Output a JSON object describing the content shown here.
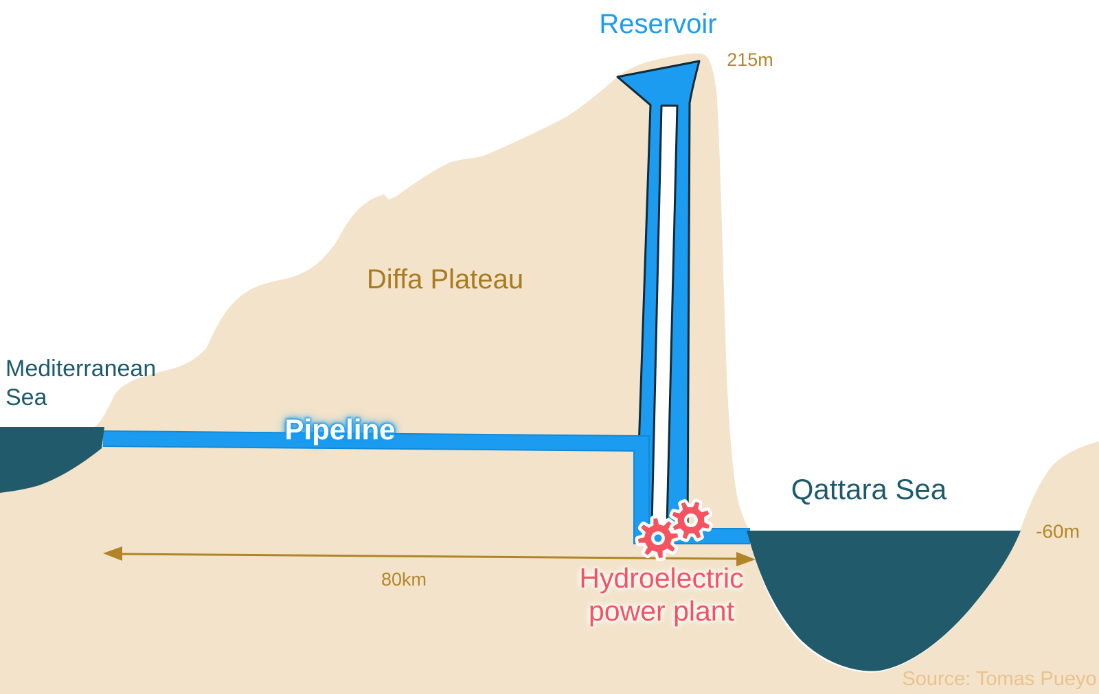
{
  "diagram": {
    "labels": {
      "reservoir": "Reservoir",
      "reservoir_elevation": "215m",
      "plateau": "Diffa Plateau",
      "mediterranean_line1": "Mediterranean",
      "mediterranean_line2": "Sea",
      "pipeline": "Pipeline",
      "qattara": "Qattara Sea",
      "qattara_depth": "-60m",
      "plant_line1": "Hydroelectric",
      "plant_line2": "power plant",
      "distance": "80km",
      "source": "Source: Tomas Pueyo"
    },
    "colors": {
      "land": "#F2E3CA",
      "sea": "#215A6B",
      "water_blue": "#1C9CF0",
      "pipeline_edge": "#1189D8",
      "outline_dark": "#112A38",
      "gear_red": "#F4535F",
      "label_brown": "#A87B1E",
      "measure_brown": "#B5862C",
      "sea_label": "#1D5A6E",
      "source_tan": "#EBC28C",
      "arrow_brown": "#B08427"
    },
    "icons": {
      "gear1": "gear-icon",
      "gear2": "gear-icon",
      "distance_arrow": "double-headed-arrow-icon"
    }
  }
}
